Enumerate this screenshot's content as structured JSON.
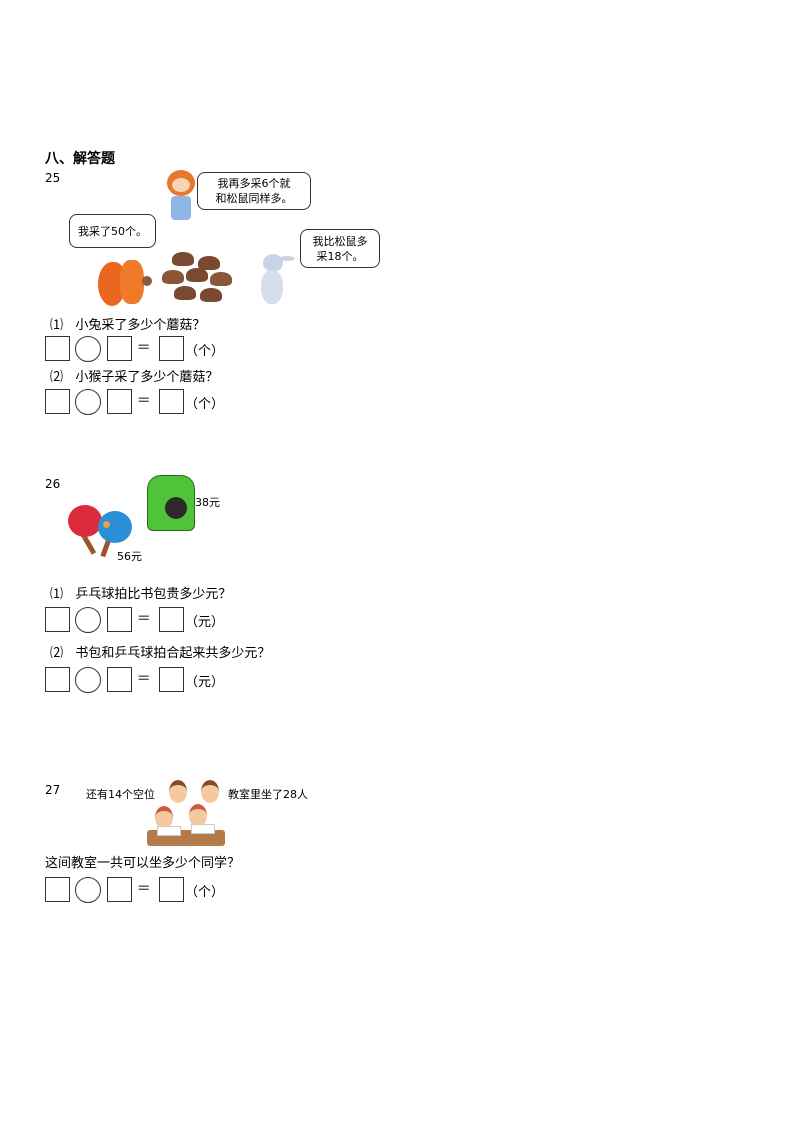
{
  "section_title": "八、解答题",
  "q25": {
    "number": "25",
    "monkey_speech": [
      "我再多采6个就",
      "和松鼠同样多。"
    ],
    "squirrel_speech": "我采了50个。",
    "rabbit_speech": [
      "我比松鼠多",
      "采18个。"
    ],
    "sub1": {
      "index": "⑴",
      "text": "小兔采了多少个蘑菇？",
      "unit": "（个）"
    },
    "sub2": {
      "index": "⑵",
      "text": "小猴子采了多少个蘑菇？",
      "unit": "（个）"
    },
    "equals": "="
  },
  "q26": {
    "number": "26",
    "backpack_price": "38元",
    "paddle_price": "56元",
    "sub1": {
      "index": "⑴",
      "text": "乒乓球拍比书包贵多少元？",
      "unit": "（元）"
    },
    "sub2": {
      "index": "⑵",
      "text": "书包和乒乓球拍合起来共多少元？",
      "unit": "（元）"
    },
    "equals": "="
  },
  "q27": {
    "number": "27",
    "empty_seats": "还有14个空位",
    "seated": "教室里坐了28人",
    "question": "这间教室一共可以坐多少个同学？",
    "unit": "（个）",
    "equals": "="
  }
}
